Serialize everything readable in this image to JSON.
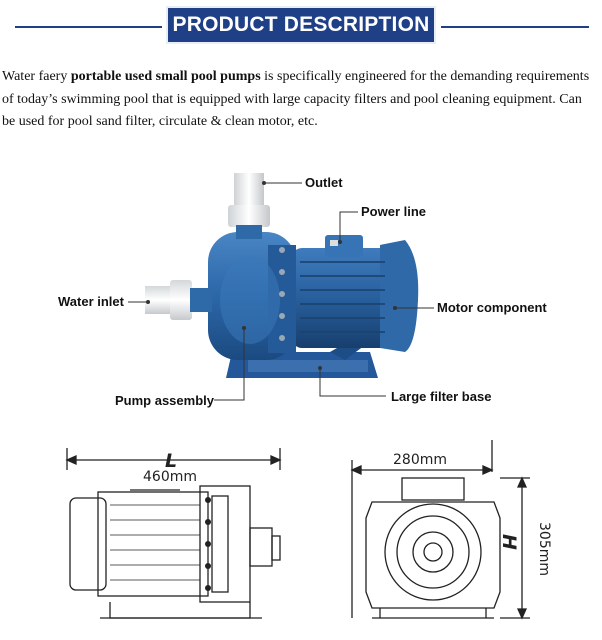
{
  "header": {
    "title": "PRODUCT DESCRIPTION"
  },
  "intro": {
    "prefix": "Water faery ",
    "bold": "portable used small pool pumps",
    "suffix": " is specifically engineered for the demanding requirements of today’s swimming pool that is equipped with large capacity filters and pool cleaning equipment. Can be used for pool sand filter, circulate & clean motor, etc."
  },
  "callouts": {
    "outlet": "Outlet",
    "power_line": "Power line",
    "water_inlet": "Water inlet",
    "motor_component": "Motor component",
    "pump_assembly": "Pump assembly",
    "large_filter_base": "Large filter base"
  },
  "dimensions": {
    "length_letter": "L",
    "length_value": "460mm",
    "width_value": "280mm",
    "height_letter": "H",
    "height_value": "305mm"
  },
  "colors": {
    "header_bg": "#1f3f86",
    "pump_blue": "#2b67a8"
  }
}
